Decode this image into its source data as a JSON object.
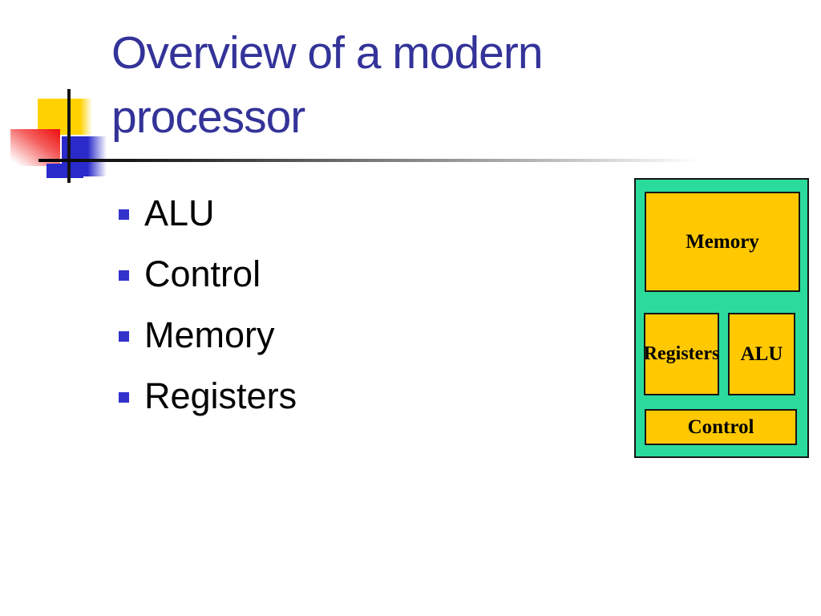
{
  "slide": {
    "title": "Overview of a modern processor",
    "title_color": "#333399",
    "bullet_marker_color": "#3333cc",
    "bullets": [
      "ALU",
      "Control",
      "Memory",
      "Registers"
    ],
    "diagram": {
      "background_color": "#2bdb9b",
      "block_color": "#ffc800",
      "border_color": "#151515",
      "blocks": {
        "memory": "Memory",
        "registers": "Registers",
        "alu": "ALU",
        "control": "Control"
      }
    },
    "decoration": {
      "square_colors": [
        "#ffd200",
        "#ee1616",
        "#2a2acb"
      ],
      "line_color": "#000000"
    }
  }
}
